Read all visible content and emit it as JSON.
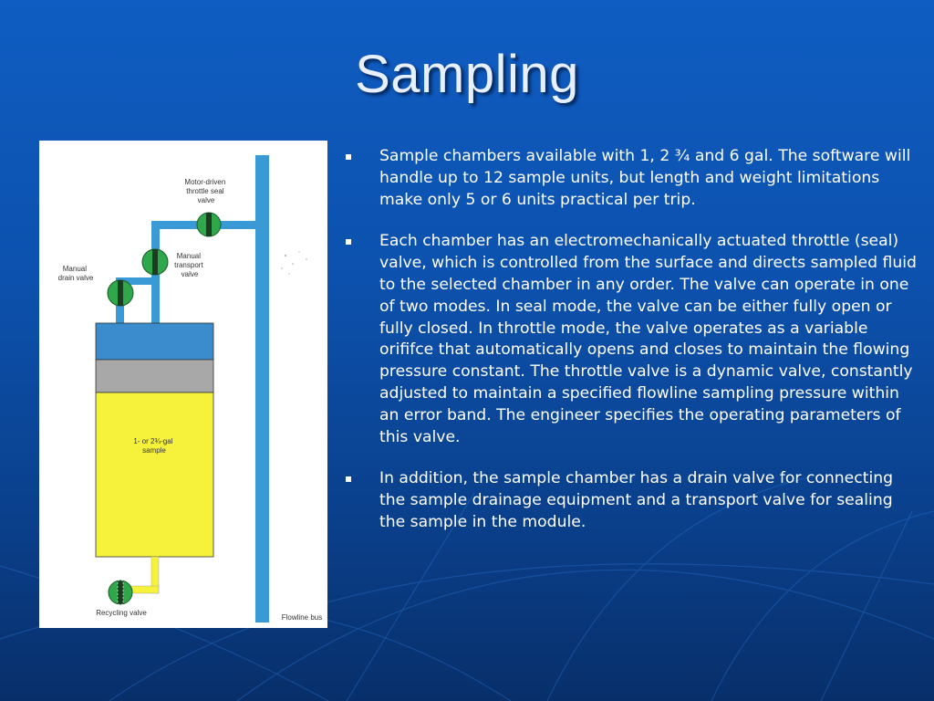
{
  "slide": {
    "title": "Sampling"
  },
  "figure": {
    "labels": {
      "motor_valve": [
        "Motor-driven",
        "throttle seal",
        "valve"
      ],
      "transport_valve": [
        "Manual",
        "transport",
        "valve"
      ],
      "drain_valve": [
        "Manual",
        "drain valve"
      ],
      "sample": [
        "1- or 2¾-gal",
        "sample"
      ],
      "recycling_valve": "Recycling valve",
      "flowline_bus": "Flowline bus"
    },
    "colors": {
      "pipe": "#3a9ad6",
      "chamber_top": "#3a8ccc",
      "chamber_mid": "#a8a8a8",
      "chamber_sample": "#f6f23c",
      "valve": "#2ea84a"
    }
  },
  "bullets": [
    "Sample chambers available with 1, 2 ¾ and 6 gal.   The software will handle up to 12 sample units, but length and weight limitations make only 5 or 6 units practical per trip.",
    "Each chamber has an electromechanically actuated throttle (seal) valve, which is controlled from the surface and directs sampled fluid to the selected chamber in any order. The valve can operate in one of two modes. In seal mode, the valve can be either fully open or fully closed. In throttle mode, the valve operates as a variable orififce that automatically opens and closes to maintain the flowing pressure constant. The throttle valve is a dynamic valve, constantly adjusted to maintain a specified flowline sampling pressure within an error band. The engineer specifies the operating parameters of this valve.",
    "In addition, the sample chamber has a drain valve for connecting the sample drainage equipment and a transport valve for sealing the sample in the module."
  ]
}
